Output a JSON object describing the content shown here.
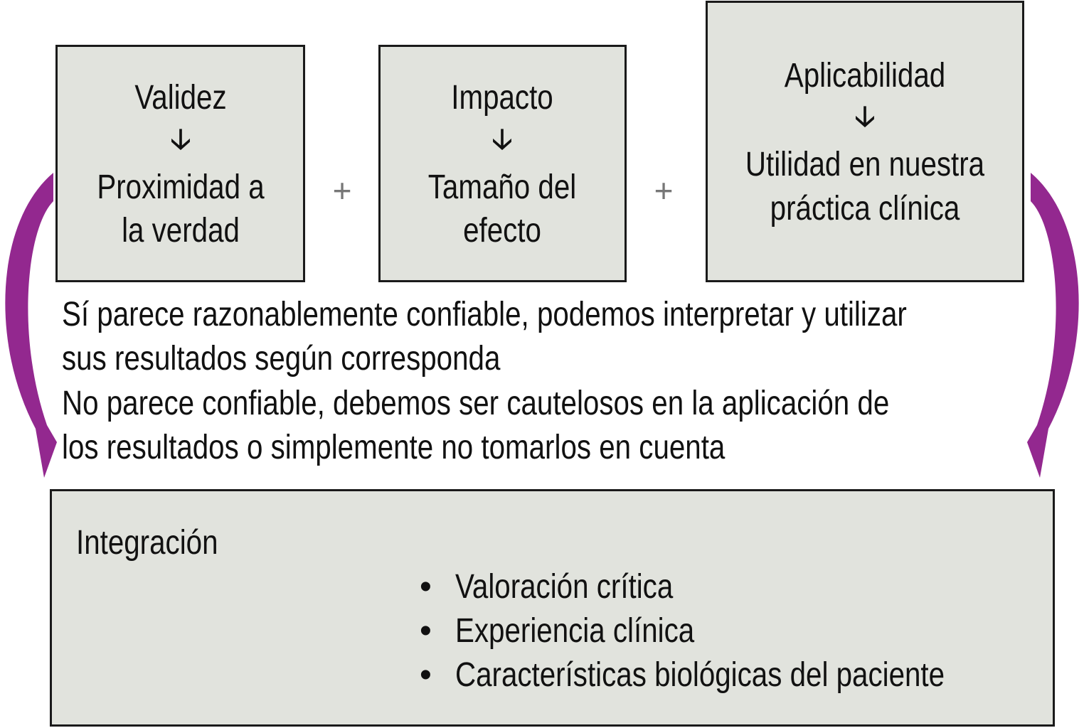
{
  "boxes": [
    {
      "title": "Validez",
      "arrow": "🡣",
      "lines": [
        "Proximidad a",
        "la verdad"
      ]
    },
    {
      "title": "Impacto",
      "arrow": "🡣",
      "lines": [
        "Tamaño del",
        "efecto"
      ]
    },
    {
      "title": "Aplicabilidad",
      "arrow": "🡣",
      "lines": [
        "Utilidad en nuestra",
        "práctica clínica"
      ]
    }
  ],
  "operators": [
    "+",
    "+"
  ],
  "paragraph": [
    "Sí parece razonablemente confiable, podemos interpretar y utilizar",
    "sus resultados según corresponda",
    "No parece confiable, debemos ser cautelosos en la aplicación de",
    "los resultados o simplemente no tomarlos en cuenta"
  ],
  "integration": {
    "title": "Integración",
    "bullet": "•",
    "items": [
      "Valoración crítica",
      "Experiencia clínica",
      "Características biológicas del paciente"
    ]
  },
  "colors": {
    "accent": "#93288f",
    "box_fill": "#e1e3dd"
  }
}
